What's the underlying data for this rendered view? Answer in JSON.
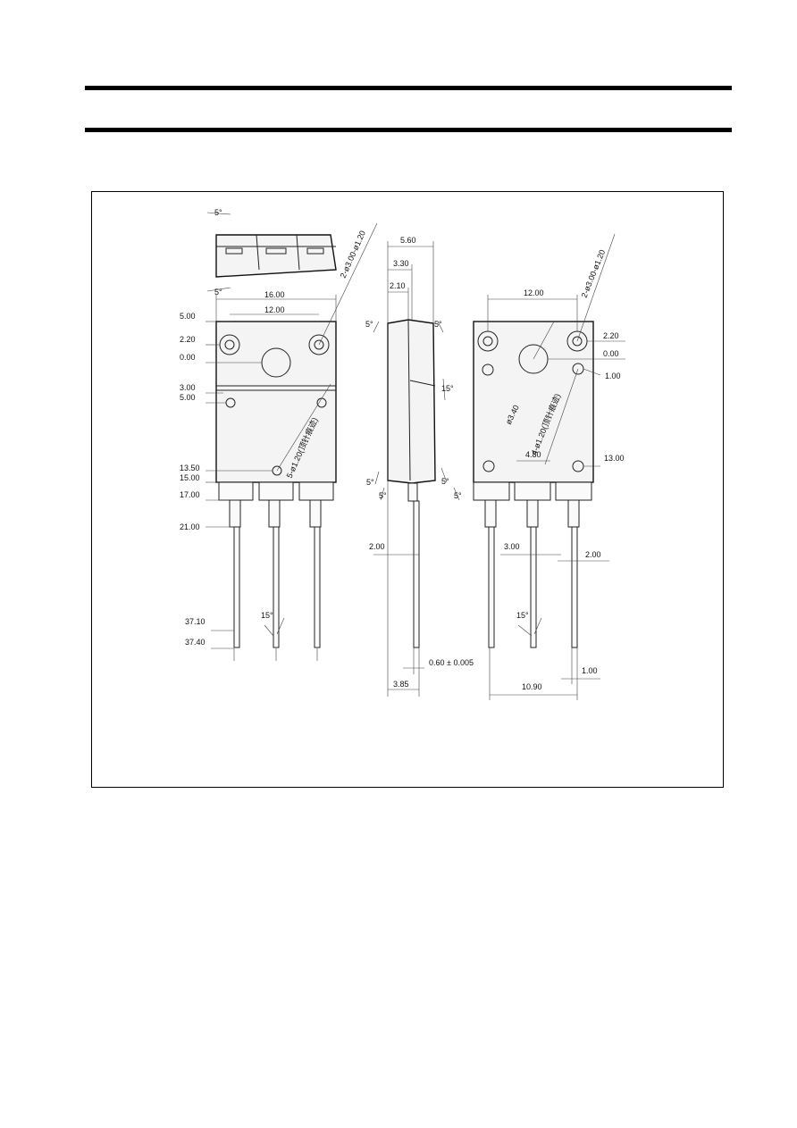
{
  "dims": {
    "front": {
      "d_5_00a": "5.00",
      "d_2_20": "2.20",
      "d_0_00": "0.00",
      "d_3_00": "3.00",
      "d_5_00b": "5.00",
      "d_13_50": "13.50",
      "d_15_00": "15.00",
      "d_17_00": "17.00",
      "d_21_00": "21.00",
      "d_37_10": "37.10",
      "d_37_40": "37.40",
      "d_16_00": "16.00",
      "d_12_00": "12.00",
      "a_5a": "5°",
      "a_5b": "5°",
      "a_15": "15°",
      "note_holes": "2-ø3.00-ø1.20",
      "note_pin": "5-ø1.20(顶针痕迹)"
    },
    "side": {
      "d_5_60": "5.60",
      "d_3_30": "3.30",
      "d_2_10": "2.10",
      "d_2_00": "2.00",
      "d_3_85": "3.85",
      "d_lead": "0.60 ± 0.005",
      "a_top_l": "5°",
      "a_top_r": "5°",
      "a_mid": "15°",
      "a_bot_l1": "5°",
      "a_bot_l2": "5°",
      "a_bot_r1": "5°",
      "a_bot_r2": "5°"
    },
    "back": {
      "d_12_00": "12.00",
      "d_2_20": "2.20",
      "d_0_00": "0.00",
      "d_1_00a": "1.00",
      "d_13_00": "13.00",
      "d_4_80": "4.80",
      "d_3_00": "3.00",
      "d_2_00": "2.00",
      "d_1_00b": "1.00",
      "d_10_90": "10.90",
      "a_15": "15°",
      "note_holes": "2-ø3.00-ø1.20",
      "note_center": "ø3.40",
      "note_pin": "4-ø1.20(顶针痕迹)"
    }
  }
}
